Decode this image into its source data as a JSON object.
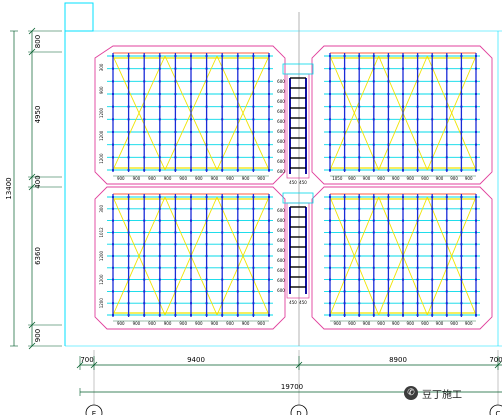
{
  "colors": {
    "boundary": "#e0409c",
    "column_line": "#1a2ad8",
    "tie_line": "#00d8e8",
    "brace_line": "#f0e400",
    "red_line": "#ff2a00",
    "dimension": "#005c2a",
    "frame": "#00e0ff",
    "axis_line": "#a0a0a0",
    "corridor": "#1010a0"
  },
  "left_dimensions": [
    {
      "label": "800"
    },
    {
      "label": "4950"
    },
    {
      "label": "400"
    },
    {
      "label": "6360"
    },
    {
      "label": "900"
    }
  ],
  "total_height_label": "13400",
  "bottom_dimensions": [
    {
      "label": "700"
    },
    {
      "label": "9400"
    },
    {
      "label": "8900"
    },
    {
      "label": "700"
    }
  ],
  "total_width_label": "19700",
  "grid_axes": [
    {
      "label": "E"
    },
    {
      "label": "D"
    },
    {
      "label": "C"
    }
  ],
  "block_labels": {
    "bay_spacing": "900",
    "row_spacing": "1200",
    "short_row": "300",
    "edge_spacing": "600",
    "corridor_spacing": "600",
    "corridor_top_a": "450",
    "corridor_top_b": "450",
    "corridor_bottom_a": "450",
    "corridor_bottom_b": "450",
    "right_edge_spacing": "1050",
    "left_offset": "700",
    "right_offset": "1012"
  },
  "watermark": {
    "icon": "wechat-icon",
    "text": "豆丁施工"
  }
}
